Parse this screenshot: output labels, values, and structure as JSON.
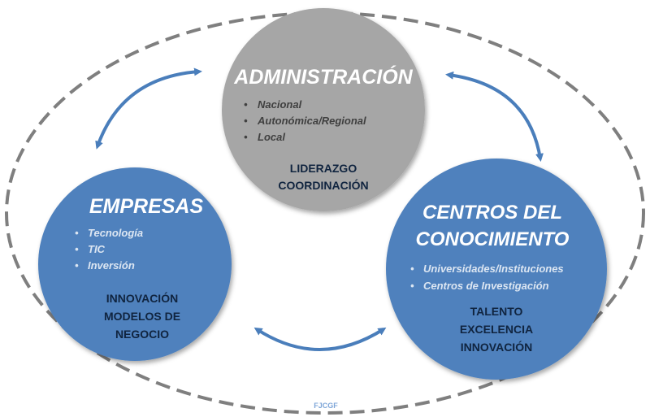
{
  "administracion": {
    "title": "ADMINISTRACIÓN",
    "items": [
      "Nacional",
      "Autonómica/Regional",
      "Local"
    ],
    "keywords": [
      "LIDERAZGO",
      "COORDINACIÓN"
    ],
    "color": "#a6a6a6"
  },
  "empresas": {
    "title": "EMPRESAS",
    "items": [
      "Tecnología",
      "TIC",
      "Inversión"
    ],
    "keywords": [
      "INNOVACIÓN",
      "MODELOS DE",
      "NEGOCIO"
    ],
    "color": "#4f81bd"
  },
  "centros": {
    "title_lines": [
      "CENTROS DEL",
      "CONOCIMIENTO"
    ],
    "items": [
      "Universidades/Instituciones",
      "Centros de Investigación"
    ],
    "keywords": [
      "TALENTO",
      "EXCELENCIA",
      "INNOVACIÓN"
    ],
    "color": "#4f81bd"
  },
  "watermark": "FJCGF",
  "arrow_color": "#4a7ebb"
}
